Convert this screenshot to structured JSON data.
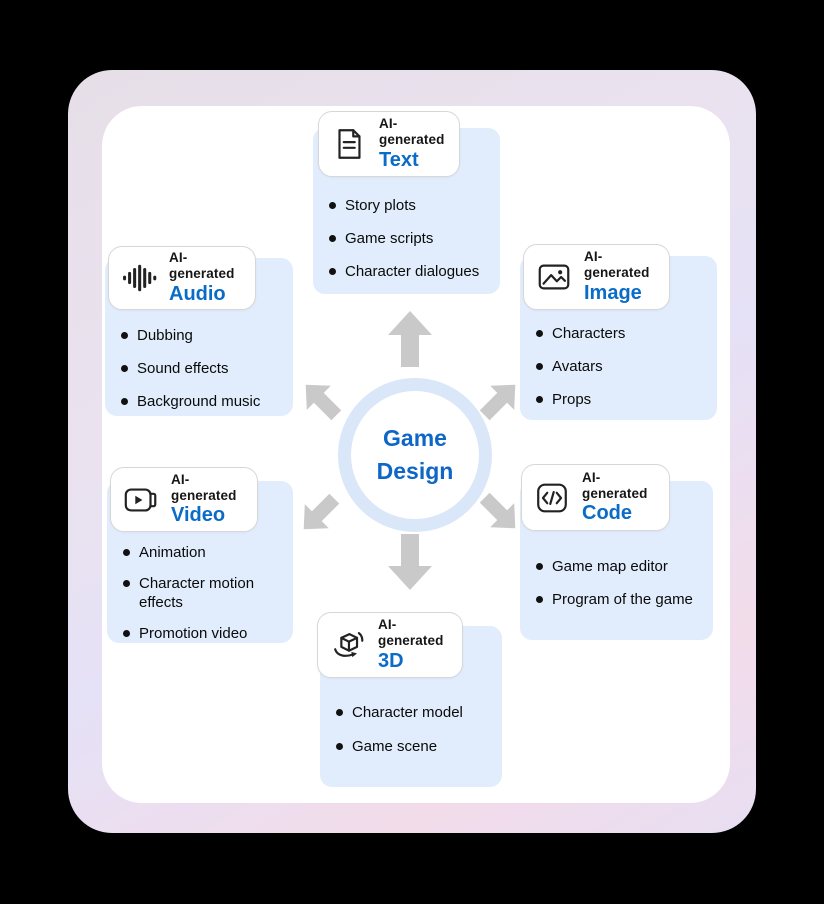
{
  "center": {
    "line1": "Game",
    "line2": "Design"
  },
  "groups": {
    "text": {
      "label": "AI-generated",
      "name": "Text",
      "icon": "document-icon",
      "items": [
        "Story plots",
        "Game scripts",
        "Character dialogues"
      ]
    },
    "audio": {
      "label": "AI-generated",
      "name": "Audio",
      "icon": "audio-waveform-icon",
      "items": [
        "Dubbing",
        "Sound effects",
        "Background music"
      ]
    },
    "image": {
      "label": "AI-generated",
      "name": "Image",
      "icon": "image-icon",
      "items": [
        "Characters",
        "Avatars",
        "Props"
      ]
    },
    "video": {
      "label": "AI-generated",
      "name": "Video",
      "icon": "video-camera-icon",
      "items": [
        "Animation",
        "Character motion effects",
        "Promotion video"
      ]
    },
    "code": {
      "label": "AI-generated",
      "name": "Code",
      "icon": "code-icon",
      "items": [
        "Game map editor",
        "Program of the game"
      ]
    },
    "threed": {
      "label": "AI-generated",
      "name": "3D",
      "icon": "3d-cube-icon",
      "items": [
        "Character model",
        "Game scene"
      ]
    }
  },
  "arrows": [
    "up",
    "upper-left",
    "upper-right",
    "lower-left",
    "lower-right",
    "down"
  ],
  "colors": {
    "accent_blue": "#0b6cc8",
    "center_blue": "#0e66c6",
    "panel_blue": "#e1edfc",
    "ring_blue": "#d9e7f8",
    "arrow_gray": "#c9c9c9",
    "frame_lavender": "#e6dfe8",
    "frame_pink": "#f2dcea",
    "background": "#000000"
  }
}
